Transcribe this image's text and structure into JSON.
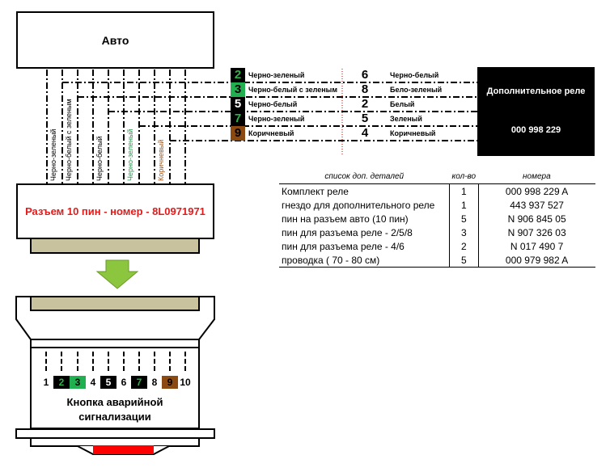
{
  "auto": {
    "label": "Авто"
  },
  "connector": {
    "label": "Разъем 10 пин - номер - 8L0971971"
  },
  "relay": {
    "title": "Дополнительное реле",
    "number": "000 998 229"
  },
  "wires": [
    {
      "pin": "2",
      "color": "#000000",
      "text": "#2db34a",
      "name": "Черно-зеленый",
      "relay_pin": "6",
      "relay_name": "Черно-белый",
      "vert_label": "Черно-зеленый",
      "vert_color": "#000000"
    },
    {
      "pin": "3",
      "color": "#20b050",
      "text": "#000000",
      "name": "Черно-белый с зеленым",
      "relay_pin": "8",
      "relay_name": "Бело-зеленый",
      "vert_label": "Черно-белый с зеленым",
      "vert_color": "#000000"
    },
    {
      "pin": "5",
      "color": "#000000",
      "text": "#ffffff",
      "name": "Черно-белый",
      "relay_pin": "2",
      "relay_name": "Белый",
      "vert_label": "Черно-белый",
      "vert_color": "#000000"
    },
    {
      "pin": "7",
      "color": "#000000",
      "text": "#2db34a",
      "name": "Черно-зеленый",
      "relay_pin": "5",
      "relay_name": "Зеленый",
      "vert_label": "Черно-зеленый",
      "vert_color": "#1aa04a"
    },
    {
      "pin": "9",
      "color": "#8b4a12",
      "text": "#000000",
      "name": "Коричневый",
      "relay_pin": "4",
      "relay_name": "Коричневый",
      "vert_label": "Коричневый",
      "vert_color": "#a0581e"
    }
  ],
  "parts_table": {
    "headers": [
      "список доп. деталей",
      "кол-во",
      "номера"
    ],
    "rows": [
      [
        "Комплект реле",
        "1",
        "000 998 229 A"
      ],
      [
        "гнездо для дополнительного реле",
        "1",
        "443 937 527"
      ],
      [
        "пин на разъем авто (10 пин)",
        "5",
        "N 906 845 05"
      ],
      [
        "пин для разъема реле - 2/5/8",
        "3",
        "N 907 326 03"
      ],
      [
        "пин для разъема реле - 4/6",
        "2",
        "N  017 490 7"
      ],
      [
        "проводка ( 70 - 80 см)",
        "5",
        "000 979 982 A"
      ]
    ]
  },
  "button": {
    "label_line1": "Кнопка аварийной",
    "label_line2": "сигнализации",
    "pins": [
      "1",
      "2",
      "3",
      "4",
      "5",
      "6",
      "7",
      "8",
      "9",
      "10"
    ]
  }
}
